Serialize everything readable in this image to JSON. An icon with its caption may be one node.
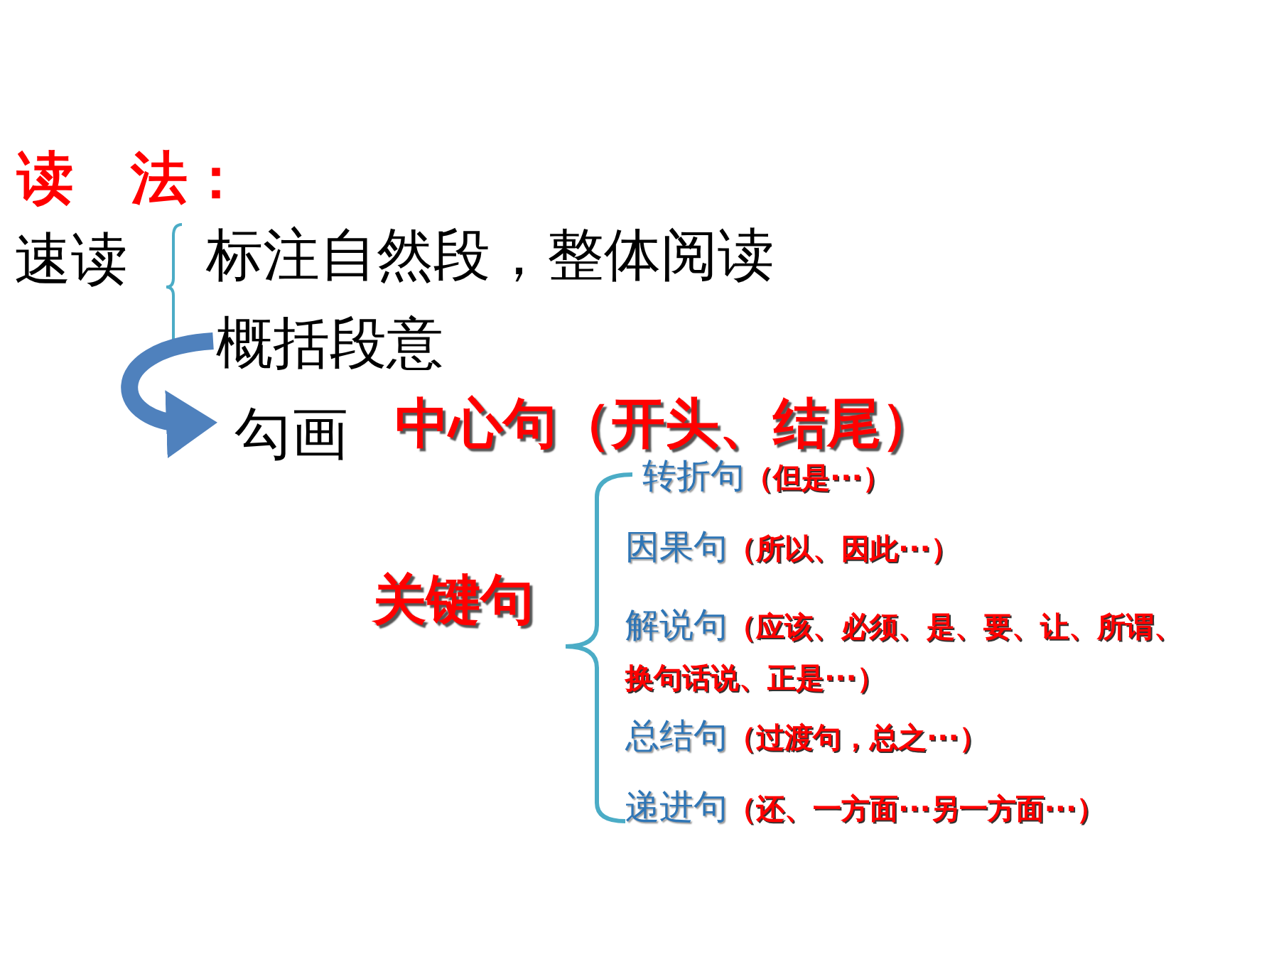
{
  "diagram": {
    "title": "读　法：",
    "nodes": [
      {
        "text": [
          "速读"
        ]
      },
      {
        "text": [
          "标注自然段，整体阅读"
        ]
      },
      {
        "text": [
          "概括段意"
        ]
      },
      {
        "text": [
          "勾画"
        ]
      },
      {
        "text": [
          "中心句（开头、结尾）"
        ]
      },
      {
        "text": [
          "关键句"
        ]
      },
      {
        "text": [
          "转折句",
          "（但是···）"
        ]
      },
      {
        "text": [
          "因果句",
          "（所以、因此···）"
        ]
      },
      {
        "text": [
          "解说句",
          "（应该、必须、是、要、让、所谓、换句话说、正是···）"
        ]
      },
      {
        "text": [
          "总结句",
          "（过渡句，总之···）"
        ]
      },
      {
        "text": [
          "递进句",
          "（还、一方面···另一方面···）"
        ]
      }
    ],
    "edges": [
      {
        "from": 2,
        "to": 3,
        "arrow": "to"
      }
    ]
  }
}
